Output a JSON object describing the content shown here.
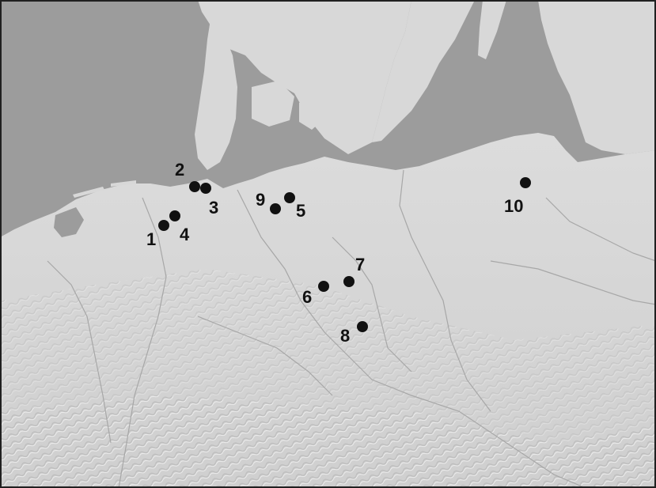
{
  "map": {
    "colors": {
      "sea": "#9c9c9c",
      "land": "#d6d6d6",
      "border": "#a7a7a7",
      "marker": "#111111",
      "frame": "#202020"
    },
    "sites": [
      {
        "id": "site-1",
        "label": "1"
      },
      {
        "id": "site-2",
        "label": "2"
      },
      {
        "id": "site-3",
        "label": "3"
      },
      {
        "id": "site-4",
        "label": "4"
      },
      {
        "id": "site-5",
        "label": "5"
      },
      {
        "id": "site-6",
        "label": "6"
      },
      {
        "id": "site-7",
        "label": "7"
      },
      {
        "id": "site-8",
        "label": "8"
      },
      {
        "id": "site-9",
        "label": "9"
      },
      {
        "id": "site-10",
        "label": "10"
      }
    ]
  }
}
